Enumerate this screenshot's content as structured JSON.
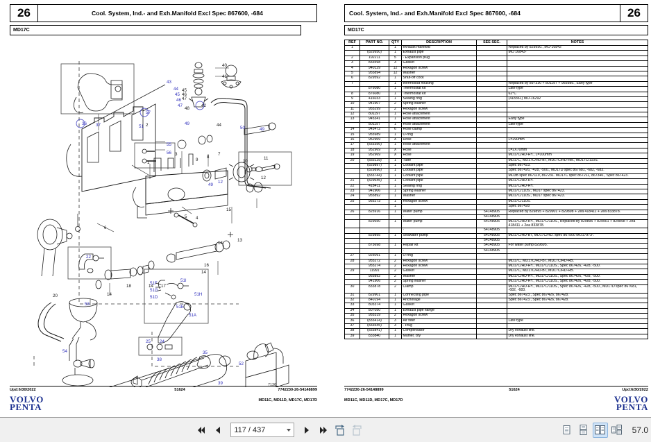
{
  "window": {
    "zoom_level": "57.0"
  },
  "left_page": {
    "section_number": "26",
    "title": "Cool. System, Ind.- and Exh.Manifold Excl Spec 867600, -684",
    "model_bar": "MD17C",
    "footer": {
      "updated": "Upd:6/30/2022",
      "center_code": "51624",
      "right_code": "7742230-26-54148899",
      "models": "MD11C, MD11D, MD17C, MD17D",
      "brand_line1": "VOLVO",
      "brand_line2": "PENTA"
    },
    "diagram": {
      "callouts": [
        "1",
        "2",
        "3",
        "4",
        "5",
        "6",
        "7",
        "8",
        "9",
        "10",
        "11",
        "12",
        "13",
        "14",
        "15",
        "16",
        "17",
        "18",
        "20",
        "22",
        "24",
        "25",
        "26",
        "27",
        "30",
        "31",
        "34",
        "35",
        "36",
        "37",
        "38",
        "39",
        "40",
        "41",
        "42",
        "43",
        "44",
        "45",
        "46",
        "47",
        "48",
        "49",
        "50",
        "51",
        "52",
        "53",
        "54",
        "55",
        "56",
        "57",
        "51A",
        "51D",
        "51E",
        "51F",
        "51G",
        "51H",
        "51I",
        "7136"
      ]
    }
  },
  "right_page": {
    "section_number": "26",
    "title": "Cool. System, Ind.- and Exh.Manifold Excl Spec 867600, -684",
    "model_bar": "MD17C",
    "table": {
      "columns": [
        "REF",
        "PART NO.",
        "QTY",
        "DESCRIPTION",
        "SEE SEC.",
        "NOTES"
      ],
      "rows": [
        [
          "1",
          "",
          "1",
          "exhaust manifold",
          "",
          "Replaced by 829950., MO-16842"
        ],
        [
          "",
          "(829950)",
          "1",
          "Exhaust pipe",
          "",
          "MO 16843-"
        ],
        [
          "2",
          "192211",
          "5",
          "· Expansion plug",
          "",
          ""
        ],
        [
          "3",
          "833598",
          "3",
          "Gasket",
          "",
          ""
        ],
        [
          "4",
          "940129",
          "12",
          "Hexagon screw",
          "",
          ""
        ],
        [
          "5",
          "955894",
          "12",
          "Washer",
          "",
          ""
        ],
        [
          "6",
          "829592",
          "1",
          "Shut-off cock",
          "",
          ""
        ],
        [
          "7",
          "",
          "1",
          "thermostat housing",
          "",
          "Replaced by 897330 + 801197 + 955989., Early type"
        ],
        [
          "",
          "876080",
          "1",
          "Thermostat kit",
          "",
          "Late type"
        ],
        [
          "8",
          "876080",
          "1",
          "Thermostat kit",
          "",
          "62°C"
        ],
        [
          "9",
          "416033",
          "1",
          "Sealing ring",
          "",
          "(418361) MO-16292"
        ],
        [
          "10",
          "941907",
          "2",
          "Spring washer",
          "",
          ""
        ],
        [
          "11",
          "955299",
          "2",
          "Hexagon screw",
          "",
          ""
        ],
        [
          "12",
          "801197",
          "1",
          "Hose attachment",
          "",
          ""
        ],
        [
          "13",
          "945341",
          "1",
          "Hose attachment",
          "",
          "Early type"
        ],
        [
          "",
          "801197",
          "1",
          "Hose attachment",
          "",
          "Late type"
        ],
        [
          "14",
          "943472",
          "6",
          "Hose clamp",
          "",
          ""
        ],
        [
          "15",
          "955989",
          "1",
          "O-ring",
          "",
          ""
        ],
        [
          "16",
          "952969",
          "X",
          "Hose",
          "",
          "L=290mm"
        ],
        [
          "17",
          "(833356)",
          "1",
          "Hose attachment",
          "",
          ""
        ],
        [
          "18",
          "952969",
          "X",
          "Hose",
          "",
          "L=2X70mm"
        ],
        [
          "19",
          "952969",
          "X",
          "Hose",
          "",
          "MD17C/HD-HY., L=100mm"
        ],
        [
          "20",
          "(833119)",
          "1",
          "Tube",
          "",
          "MD17C, MD17C/HD-BT, MD17C/HD-RB., MD17C/110S."
        ],
        [
          "",
          "(829897)",
          "1",
          "Coolant pipe",
          "",
          "Spec 867423."
        ],
        [
          "",
          "(829896)",
          "1",
          "Coolant pipe",
          "",
          "Spec 867426, -428, -500., MD17D spec 867681, -682, -683."
        ],
        [
          "",
          "(833744)",
          "1",
          "Coolant pipe",
          "",
          "MD3B spec 867119, 867231. MD17C spec 867211, 867340., Spec 867423."
        ],
        [
          "21",
          "(829645)",
          "1",
          "Coolant pipe",
          "",
          "MD17C/HD-HY."
        ],
        [
          "22",
          "418411",
          "1",
          "Sealing ring",
          "",
          "MD17C/HD-HY."
        ],
        [
          "23",
          "941906",
          "1",
          "Spring washer",
          "",
          "MD17C/110S., MD17 spec 867423."
        ],
        [
          "24",
          "955892",
          "1",
          "Washer",
          "",
          "MD17C/110S., MD17 spec 867423."
        ],
        [
          "25",
          "955273",
          "1",
          "Hexagon screw",
          "",
          "MD17C/110S."
        ],
        [
          "",
          "",
          "1",
          "",
          "",
          "Spec 867428"
        ],
        [
          "26",
          "825916",
          "1",
          "Water pump",
          "54148905",
          "Replaced by 829895 + 829901 + 829898 + 2ea 418411 + 2ea 833878."
        ],
        [
          "",
          "",
          "",
          "·",
          "54148905",
          ""
        ],
        [
          "",
          "829650",
          "1",
          "Water pump",
          "54148905",
          "MD17C/HD-HY., MD17C/110S., Replaced by 829895 + 829901 + 829898 + 2ea 418411 + 2ea 833878."
        ],
        [
          "",
          "",
          "",
          "·",
          "54148905",
          ""
        ],
        [
          "",
          "829895",
          "1",
          "Seawater pump",
          "54148905",
          "MD17C/HD-BT, MD17C/HD. spec 867500 MO17973-."
        ],
        [
          "",
          "",
          "",
          "",
          "54148905",
          ""
        ],
        [
          "",
          "875698",
          "1",
          "Repair kit",
          "54148905",
          "For water pump 829895."
        ],
        [
          "",
          "",
          "",
          "·",
          "54148905",
          ""
        ],
        [
          "27",
          "925091",
          "1",
          "O-ring",
          "",
          ""
        ],
        [
          "28",
          "955272",
          "2",
          "Hexagon screw",
          "",
          "MD17C, MD17C/HD-BT, MD17C/HD-RB."
        ],
        [
          "",
          "955274",
          "2",
          "Hexagon screw",
          "",
          "MD17C/HD-HY., MD17C/110S., Spec 867426, -428, -500."
        ],
        [
          "29",
          "11991",
          "2",
          "Gasket",
          "",
          "MD17C, MD17C/HD-BT, MD17C/HD-RB."
        ],
        [
          "",
          "955892",
          "2",
          "Washer",
          "",
          "MD17C/HD-HY., MD17C/110S., Spec 867426, -428, -500."
        ],
        [
          "",
          "941906",
          "2",
          "Spring washer",
          "",
          "MD17C/HD-HY., MD17C/110S., Spec 867426, -428, -500."
        ],
        [
          "30",
          "833878",
          "2",
          "Clamp",
          "",
          "MD17C/HD-HY., MD17C/110S., Spec 867426, -428, -500., MD17D spec 867681, -682, -683."
        ],
        [
          "31",
          "829901",
          "1",
          "Connecting pipe",
          "",
          "Spec 867423., Spec 867426, 867428."
        ],
        [
          "32",
          "840194",
          "1",
          "Anchorage",
          "",
          "Spec 867423., Spec 867426, 867428."
        ],
        [
          "33",
          "803374",
          "1",
          "Gasket",
          "",
          ""
        ],
        [
          "34",
          "807050",
          "1",
          "Exhaust pipe flange",
          "",
          ""
        ],
        [
          "35",
          "955319",
          "2",
          "Hexagon screw",
          "",
          ""
        ],
        [
          "36",
          "(833414)",
          "3",
          "Air filter",
          "",
          "Late type"
        ],
        [
          "37",
          "(833545)",
          "3",
          "· Plug",
          "",
          ""
        ],
        [
          "38",
          "(833841)",
          "1",
          "Compensator",
          "",
          "Dry exhaust line."
        ],
        [
          "39",
          "833840",
          "1",
          "Muffler, dry",
          "",
          "Dry exhaust line."
        ]
      ]
    },
    "footer": {
      "left_code": "7742230-26-54148899",
      "center_code": "51624",
      "updated": "Upd:6/30/2022",
      "models": "MD11C, MD11D, MD17C, MD17D",
      "brand_line1": "VOLVO",
      "brand_line2": "PENTA"
    }
  },
  "toolbar": {
    "first_page_label": "first-page",
    "previous_page_label": "previous-page",
    "page_value": "117 / 437",
    "next_page_label": "next-page",
    "last_page_label": "last-page",
    "rotate_cw_label": "rotate-clockwise",
    "rotate_ccw_label": "rotate-counterclockwise",
    "view_single_label": "single-page-view",
    "view_continuous_label": "continuous-scroll-view",
    "view_two_page_label": "two-page-view",
    "view_book_label": "book-view",
    "zoom_value": "57.0"
  }
}
